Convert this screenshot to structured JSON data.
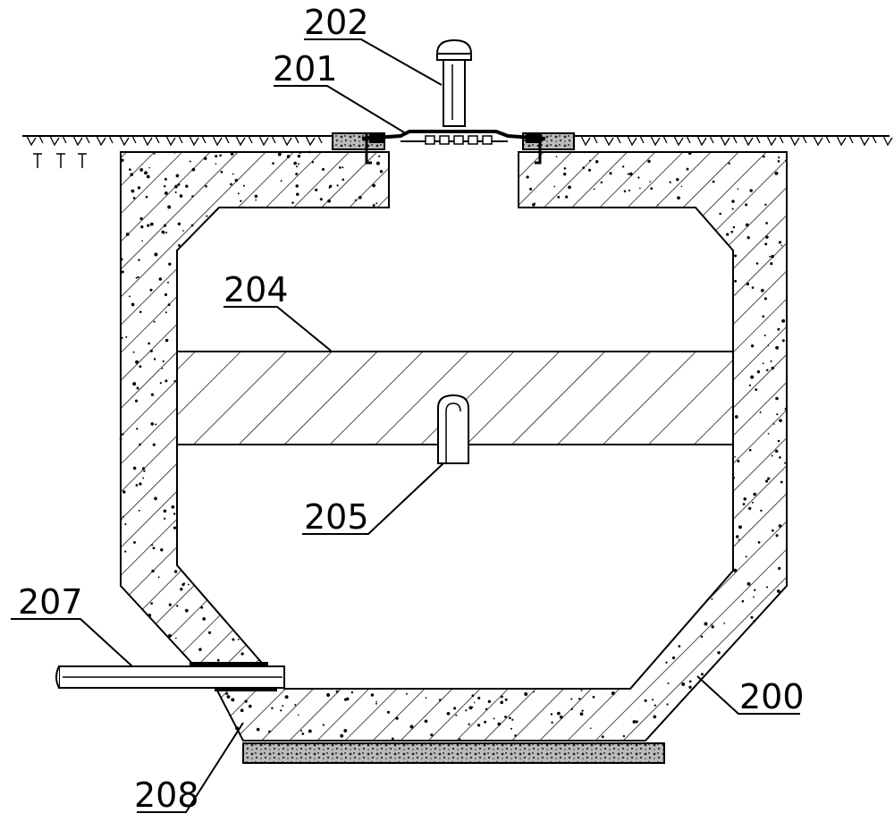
{
  "labels": {
    "l200": "200",
    "l201": "201",
    "l202": "202",
    "l204": "204",
    "l205": "205",
    "l207": "207",
    "l208": "208"
  },
  "colors": {
    "line": "#000000",
    "background": "#ffffff"
  }
}
